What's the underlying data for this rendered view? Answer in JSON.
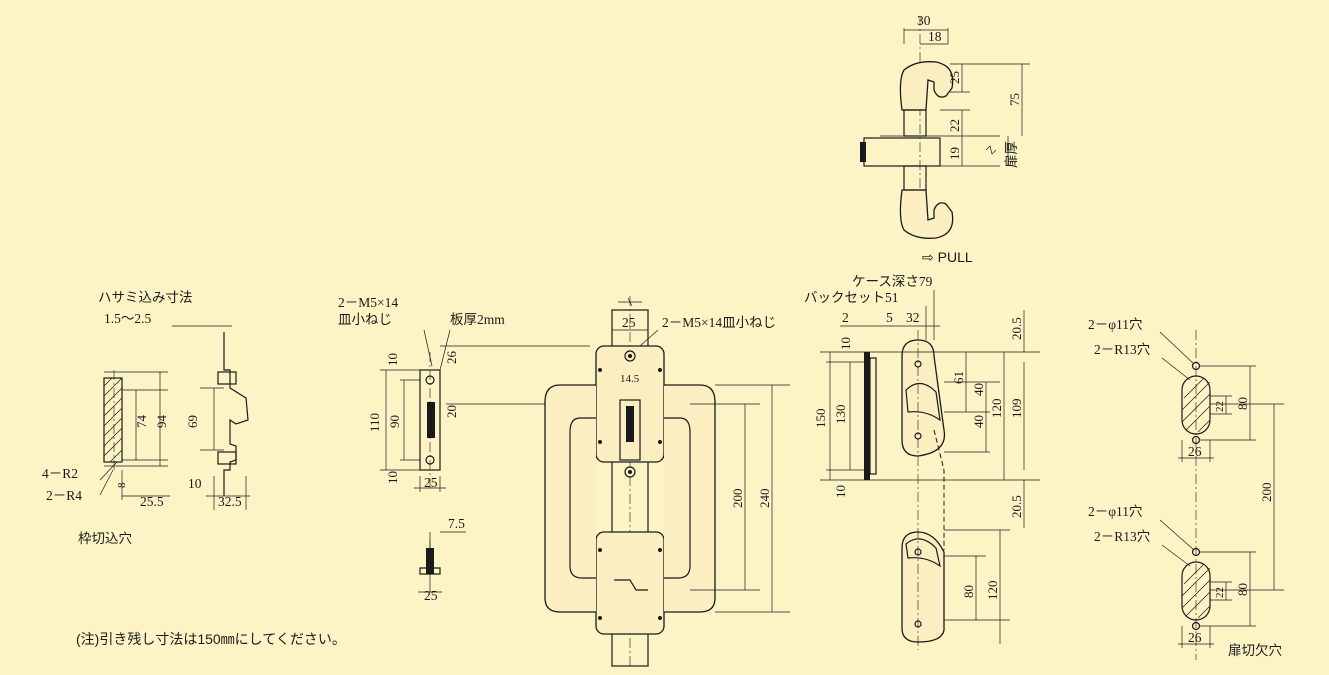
{
  "colors": {
    "background": "#fdf4c6",
    "line": "#1a1a1a"
  },
  "frame_cutout": {
    "caption": "枠切込穴",
    "clamp_title": "ハサミ込み寸法",
    "clamp_range": "1.5～2.5",
    "dims": {
      "d74": "74",
      "d94": "94",
      "d69": "69",
      "d10": "10",
      "d8": "8",
      "d25_5": "25.5",
      "d32_5": "32.5"
    },
    "radius_4": "4－R2",
    "radius_2": "2－R4"
  },
  "strike": {
    "screw_line1": "2－M5×14",
    "screw_line2": "皿小ねじ",
    "plate": "板厚2mm",
    "dims": {
      "d10a": "10",
      "d26": "26",
      "d110": "110",
      "d90": "90",
      "d20": "20",
      "d10b": "10",
      "d25": "25"
    },
    "latch_dims": {
      "d7_5": "7.5",
      "d25": "25"
    }
  },
  "front_view": {
    "screw_label": "2－M5×14皿小ねじ",
    "dims": {
      "d25": "25",
      "d14_5": "14.5",
      "d200": "200",
      "d240": "240"
    }
  },
  "top_view": {
    "pull_label": "⇨ PULL",
    "door_thickness": "扉厚",
    "dims": {
      "d30": "30",
      "d18": "18",
      "d25": "25",
      "d75": "75",
      "d22": "22",
      "d19": "19"
    }
  },
  "side_view": {
    "case_depth": "ケース深さ79",
    "backset": "バックセット51",
    "dims": {
      "d2": "2",
      "d5": "5",
      "d32": "32",
      "d20_5a": "20.5",
      "d10a": "10",
      "d150": "150",
      "d130": "130",
      "d10b": "10",
      "d61": "61",
      "d40a": "40",
      "d40b": "40",
      "d120a": "120",
      "d109": "109",
      "d20_5b": "20.5",
      "d80": "80",
      "d120b": "120"
    }
  },
  "door_cutout": {
    "caption": "扉切欠穴",
    "hole_upper": "2－φ11穴",
    "radius_upper": "2－R13穴",
    "hole_lower": "2－φ11穴",
    "radius_lower": "2－R13穴",
    "dims": {
      "d22a": "22",
      "d80a": "80",
      "d26a": "26",
      "d200": "200",
      "d22b": "22",
      "d80b": "80",
      "d26b": "26"
    }
  },
  "note": "(注)引き残し寸法は150㎜にしてください。"
}
